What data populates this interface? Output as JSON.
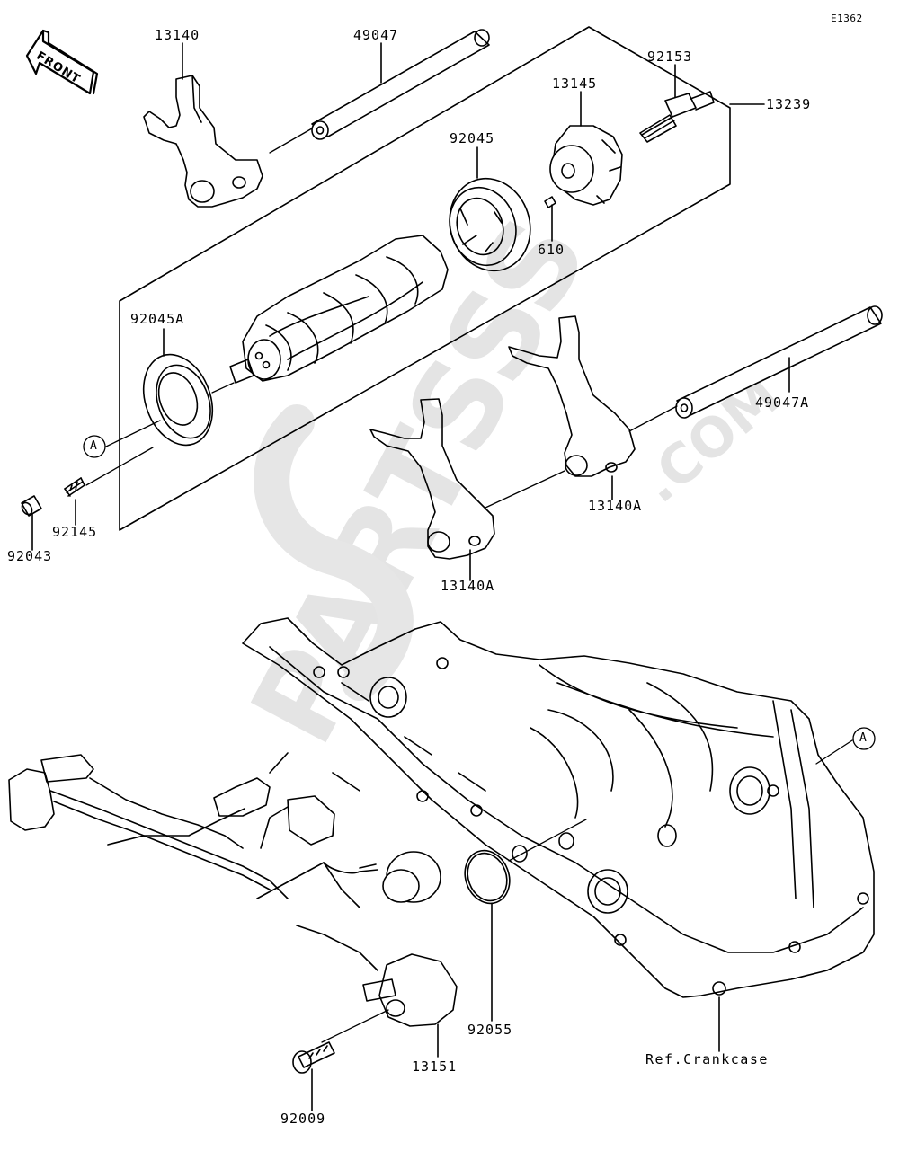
{
  "diagram_id": "E1362",
  "front_label": "FRONT",
  "watermark": {
    "brand": "PARTSSS",
    "suffix": ".COM",
    "color": "#e2e2e2"
  },
  "callout_marker": "A",
  "parts": [
    {
      "key": "p13140",
      "number": "13140"
    },
    {
      "key": "p49047",
      "number": "49047"
    },
    {
      "key": "p92153",
      "number": "92153"
    },
    {
      "key": "p13145",
      "number": "13145"
    },
    {
      "key": "p13239",
      "number": "13239"
    },
    {
      "key": "p92045",
      "number": "92045"
    },
    {
      "key": "p610",
      "number": "610"
    },
    {
      "key": "p92045A",
      "number": "92045A"
    },
    {
      "key": "p49047A",
      "number": "49047A"
    },
    {
      "key": "p13140A_right",
      "number": "13140A"
    },
    {
      "key": "p13140A_left",
      "number": "13140A"
    },
    {
      "key": "p92145",
      "number": "92145"
    },
    {
      "key": "p92043",
      "number": "92043"
    },
    {
      "key": "p92055",
      "number": "92055"
    },
    {
      "key": "p13151",
      "number": "13151"
    },
    {
      "key": "p92009",
      "number": "92009"
    }
  ],
  "reference_label": "Ref.Crankcase"
}
